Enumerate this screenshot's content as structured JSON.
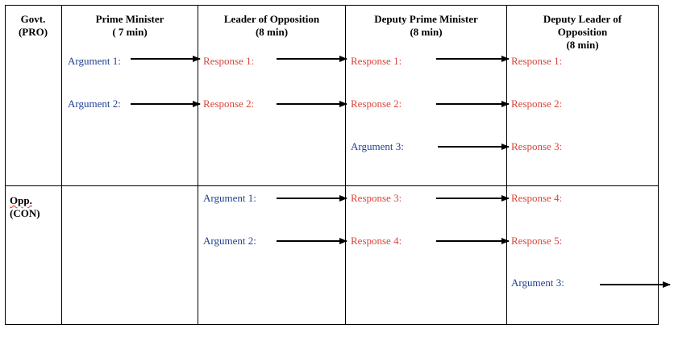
{
  "colors": {
    "argument": "#1f3f8f",
    "response": "#d9453a",
    "lines": "#000000"
  },
  "side_labels": {
    "gov": {
      "line1": "Govt.",
      "line2": "(PRO)"
    },
    "opp": {
      "line1": "Opp.",
      "line2": "(CON)"
    }
  },
  "headers": {
    "pm": {
      "line1": "Prime Minister",
      "line2": "( 7 min)"
    },
    "lo": {
      "line1": "Leader of Opposition",
      "line2": "(8 min)"
    },
    "dpm": {
      "line1": "Deputy Prime Minister",
      "line2": "(8 min)"
    },
    "dlo": {
      "line1": "Deputy Leader of",
      "line2": "Opposition",
      "line3": "(8 min)"
    }
  },
  "gov_row": {
    "pm_arg1": "Argument 1:",
    "pm_arg2": "Argument 2:",
    "lo_resp1": "Response 1:",
    "lo_resp2": "Response 2:",
    "dpm_resp1": "Response 1:",
    "dpm_resp2": "Response 2:",
    "dpm_arg3": "Argument 3:",
    "dlo_resp1": "Response 1:",
    "dlo_resp2": "Response 2:",
    "dlo_resp3": "Response 3:"
  },
  "opp_row": {
    "lo_arg1": "Argument 1:",
    "lo_arg2": "Argument 2:",
    "dpm_resp3": "Response 3:",
    "dpm_resp4": "Response 4:",
    "dlo_resp4": "Response 4:",
    "dlo_resp5": "Response 5:",
    "dlo_arg3": "Argument 3:"
  }
}
